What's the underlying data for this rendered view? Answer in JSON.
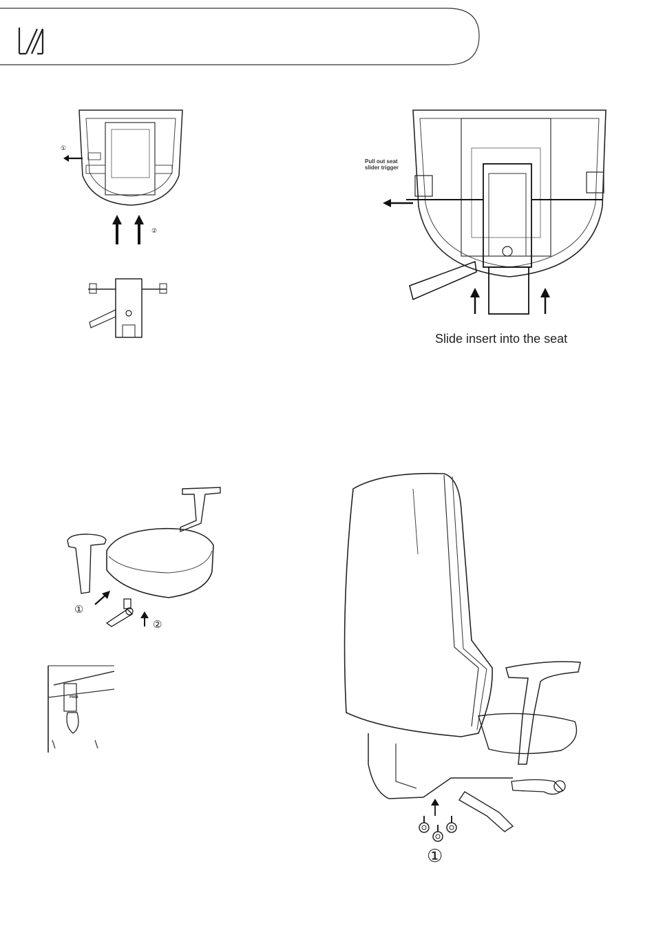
{
  "header": {
    "logo_icon": "brand-logo-icon"
  },
  "step1": {
    "seat_underside_marker": "①",
    "arrows_marker": "②"
  },
  "step2": {
    "trigger_label_line1": "Pull out seat",
    "trigger_label_line2": "slider trigger",
    "caption": "Slide insert into the seat"
  },
  "step3": {
    "marker_1": "①",
    "marker_2": "②",
    "detail_label": "PR58"
  },
  "step4": {
    "marker_1": "①"
  },
  "colors": {
    "line": "#222222",
    "background": "#ffffff"
  }
}
